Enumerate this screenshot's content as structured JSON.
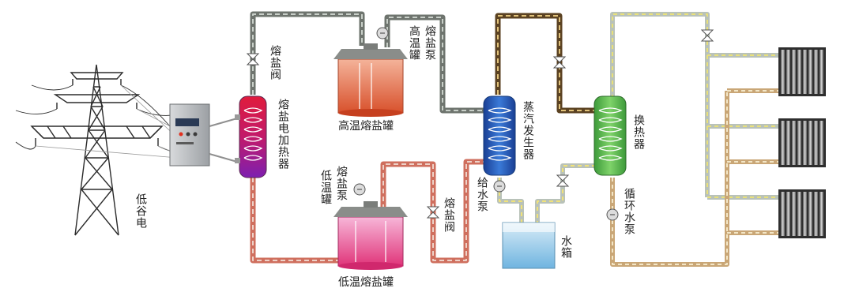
{
  "labels": {
    "grid": "低谷电",
    "heater": "熔盐电加热器",
    "valve_top": "熔盐阀",
    "pump_high": "熔盐泵",
    "tank_high_side": "高温罐",
    "tank_high": "高温熔盐罐",
    "tank_low_side": "低温罐",
    "pump_low": "熔盐泵",
    "valve_low": "熔盐阀",
    "tank_low": "低温熔盐罐",
    "steam_gen": "蒸汽发生器",
    "feed_pump": "给水泵",
    "water_tank": "水箱",
    "heat_exchanger": "换热器",
    "circ_pump": "循环水泵"
  },
  "colors": {
    "hot_salt": "#e06e4e",
    "cold_salt": "#e28a8a",
    "steam": "#6b4b1e",
    "heater_top": "#d1163a",
    "heater_bottom": "#8b1ea8",
    "steam_gen": "#1d55b8",
    "heat_exchanger": "#4fb54a",
    "pipe_grey": "#8a8f8a",
    "pipe_tan": "#c9a676"
  }
}
